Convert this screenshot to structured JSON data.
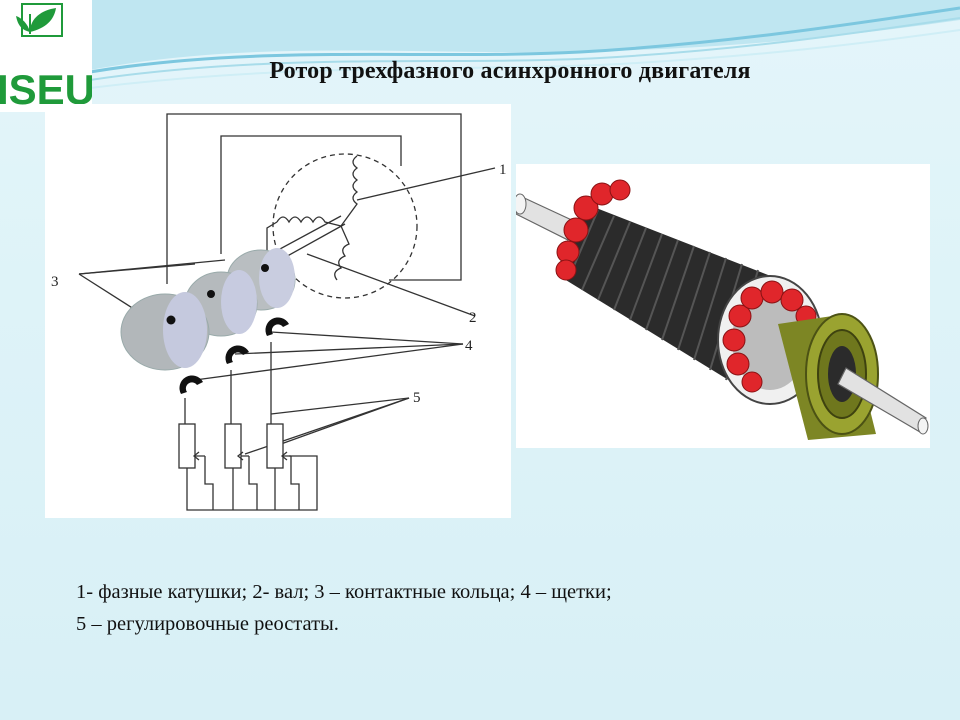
{
  "logo": {
    "text": "ISEU"
  },
  "title": "Ротор трехфазного асинхронного двигателя",
  "diagram": {
    "labels": [
      "1",
      "2",
      "3",
      "4",
      "5"
    ]
  },
  "caption": {
    "line1": "1- фазные катушки; 2- вал; 3 – контактные кольца; 4 – щетки;",
    "line2": "5 – регулировочные реостаты."
  },
  "colors": {
    "background": "#dff3f8",
    "wave": "#7cc7df",
    "logo_green": "#1f9a3a",
    "winding_red": "#e0262b",
    "slip_ring_olive": "#8f9a2a"
  }
}
